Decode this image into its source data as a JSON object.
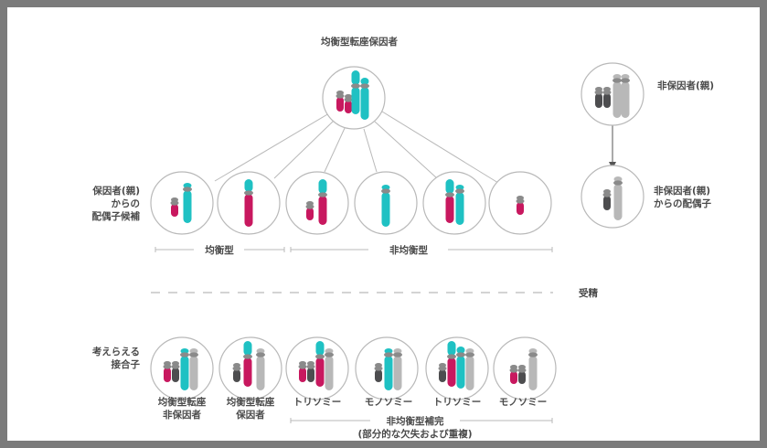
{
  "colors": {
    "frame": "#7b7b7b",
    "circle_stroke": "#b9b9b9",
    "teal": "#1fc1c3",
    "magenta": "#c8185f",
    "dark": "#4d4d4f",
    "light": "#b8b8b8",
    "centromere": "#8a8a8a",
    "text": "#4a4a4a"
  },
  "labels": {
    "carrier_title": "均衡型転座保因者",
    "noncarrier_parent": "非保因者(親)",
    "noncarrier_gamete_1": "非保因者(親)",
    "noncarrier_gamete_2": "からの配偶子",
    "carrier_gamete_1": "保因者(親)",
    "carrier_gamete_2": "からの",
    "carrier_gamete_3": "配偶子候補",
    "balanced": "均衡型",
    "unbalanced": "非均衡型",
    "fertilization": "受精",
    "zygote_1": "考えらえる",
    "zygote_2": "接合子",
    "z1_line1": "均衡型転座",
    "z1_line2": "非保因者",
    "z2_line1": "均衡型転座",
    "z2_line2": "保因者",
    "z3": "トリソミー",
    "z4": "モノソミー",
    "z5": "トリソミー",
    "z6": "モノソミー",
    "complement_1": "非均衡型補完",
    "complement_2": "(部分的な欠失および重複)"
  }
}
